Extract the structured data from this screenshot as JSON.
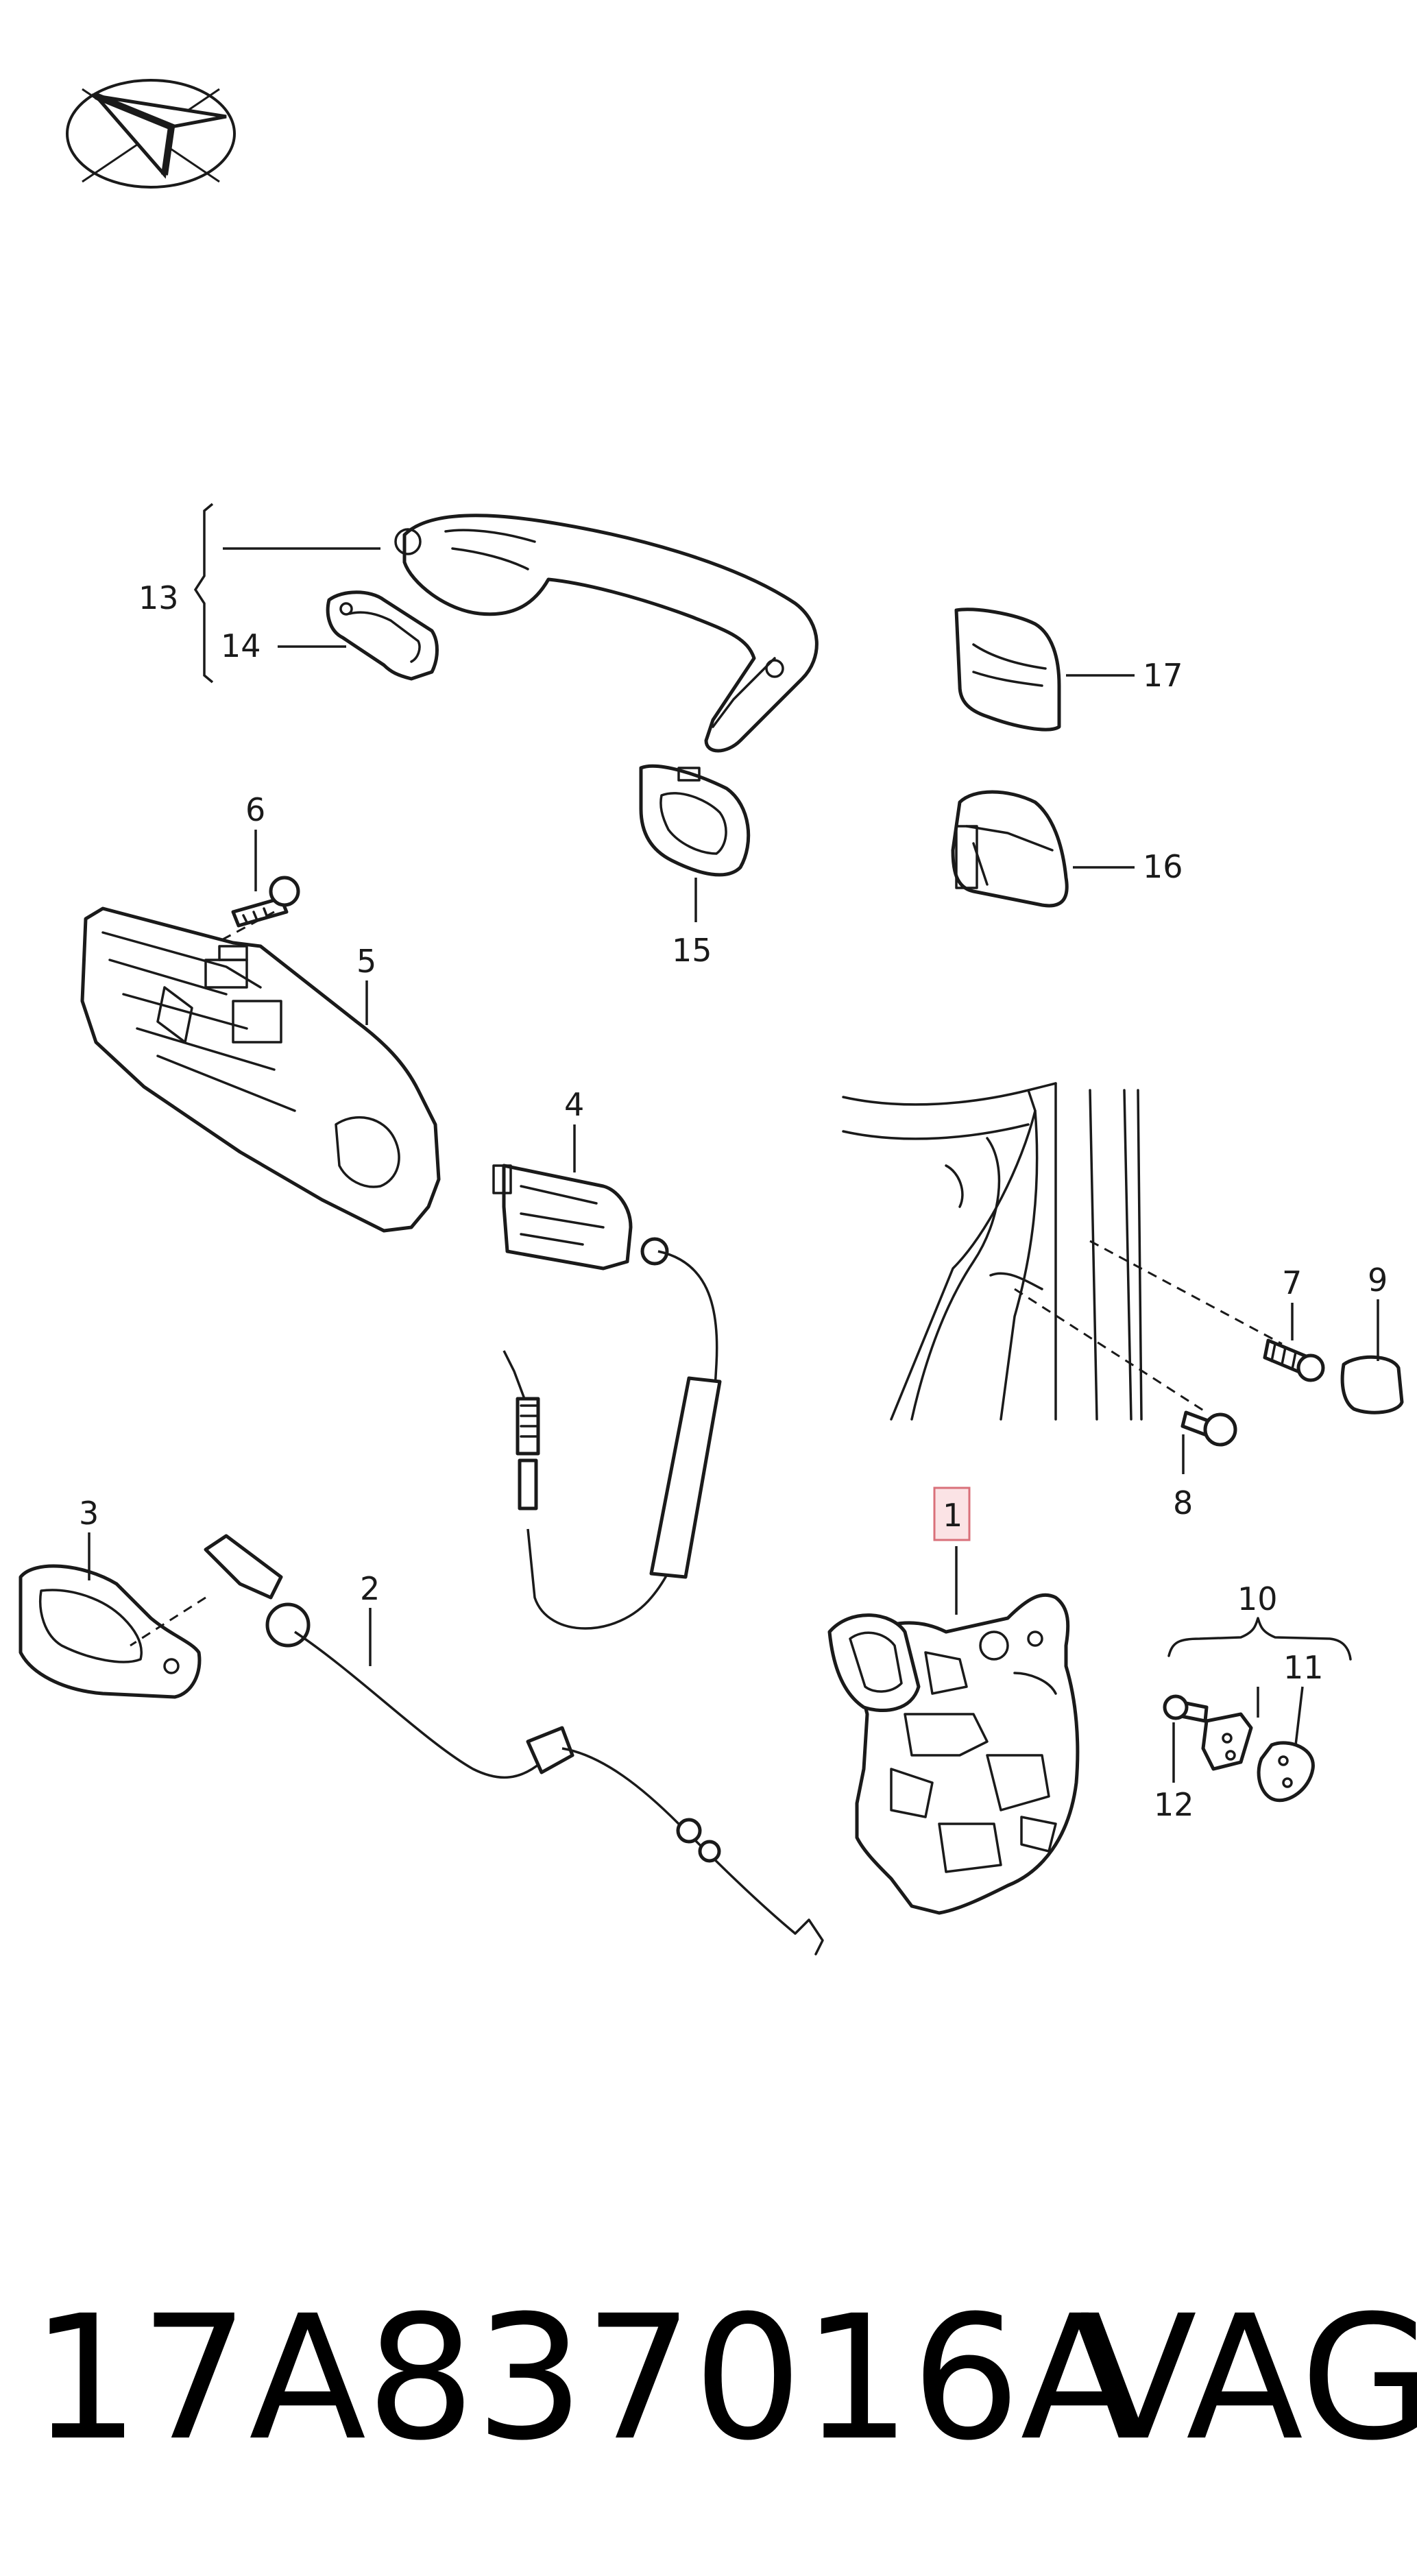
{
  "diagram": {
    "callouts": {
      "c1": "1",
      "c2": "2",
      "c3": "3",
      "c4": "4",
      "c5": "5",
      "c6": "6",
      "c7": "7",
      "c8": "8",
      "c9": "9",
      "c10": "10",
      "c11": "11",
      "c12": "12",
      "c13": "13",
      "c14": "14",
      "c15": "15",
      "c16": "16",
      "c17": "17"
    },
    "highlighted_callout": "1",
    "colors": {
      "line": "#1a1a1a",
      "highlight_fill": "#fbe3e5",
      "highlight_stroke": "#d9707a"
    }
  },
  "footer": {
    "part_number": "17A837016A",
    "brand": "VAG"
  },
  "logo": {
    "icon": "paper-plane-logo-icon"
  }
}
